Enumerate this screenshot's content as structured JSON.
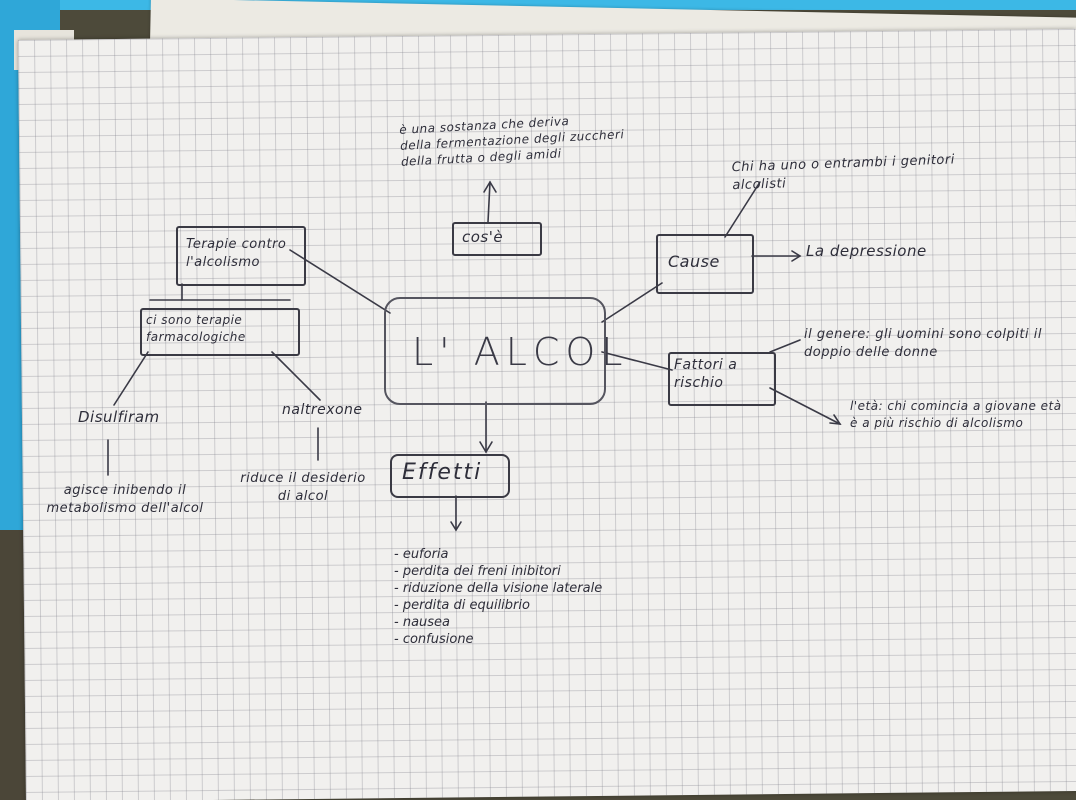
{
  "diagram": {
    "center": "L' ALCOL",
    "cose": {
      "label": "cos'è",
      "definition_lines": [
        "è una sostanza che deriva",
        "della fermentazione degli zuccheri",
        "della frutta o degli amidi"
      ]
    },
    "cause": {
      "label": "Cause",
      "items": [
        "Chi ha uno o entrambi i genitori alcolisti",
        "La depressione"
      ]
    },
    "fattori": {
      "label": "Fattori a rischio",
      "genere": "il genere: gli uomini sono colpiti il doppio delle donne",
      "eta": "l'età: chi comincia a giovane età è a più rischio di alcolismo"
    },
    "terapie": {
      "label": "Terapie contro l'alcolismo",
      "farmacologiche": "ci sono terapie farmacologiche",
      "disulfiram": "Disulfiram",
      "disulfiram_desc": "agisce inibendo il metabolismo dell'alcol",
      "naltrexone": "naltrexone",
      "naltrexone_desc": "riduce il desiderio di alcol"
    },
    "effetti": {
      "label": "Effetti",
      "items": [
        "- euforia",
        "- perdita dei freni inibitori",
        "- riduzione della visione laterale",
        "- perdita di equilibrio",
        "- nausea",
        "- confusione"
      ]
    }
  },
  "colors": {
    "ink": "#2e2e3a",
    "paper": "#f1f0ee",
    "grid": "#82828c",
    "background_blue": "#2fa7d8"
  }
}
